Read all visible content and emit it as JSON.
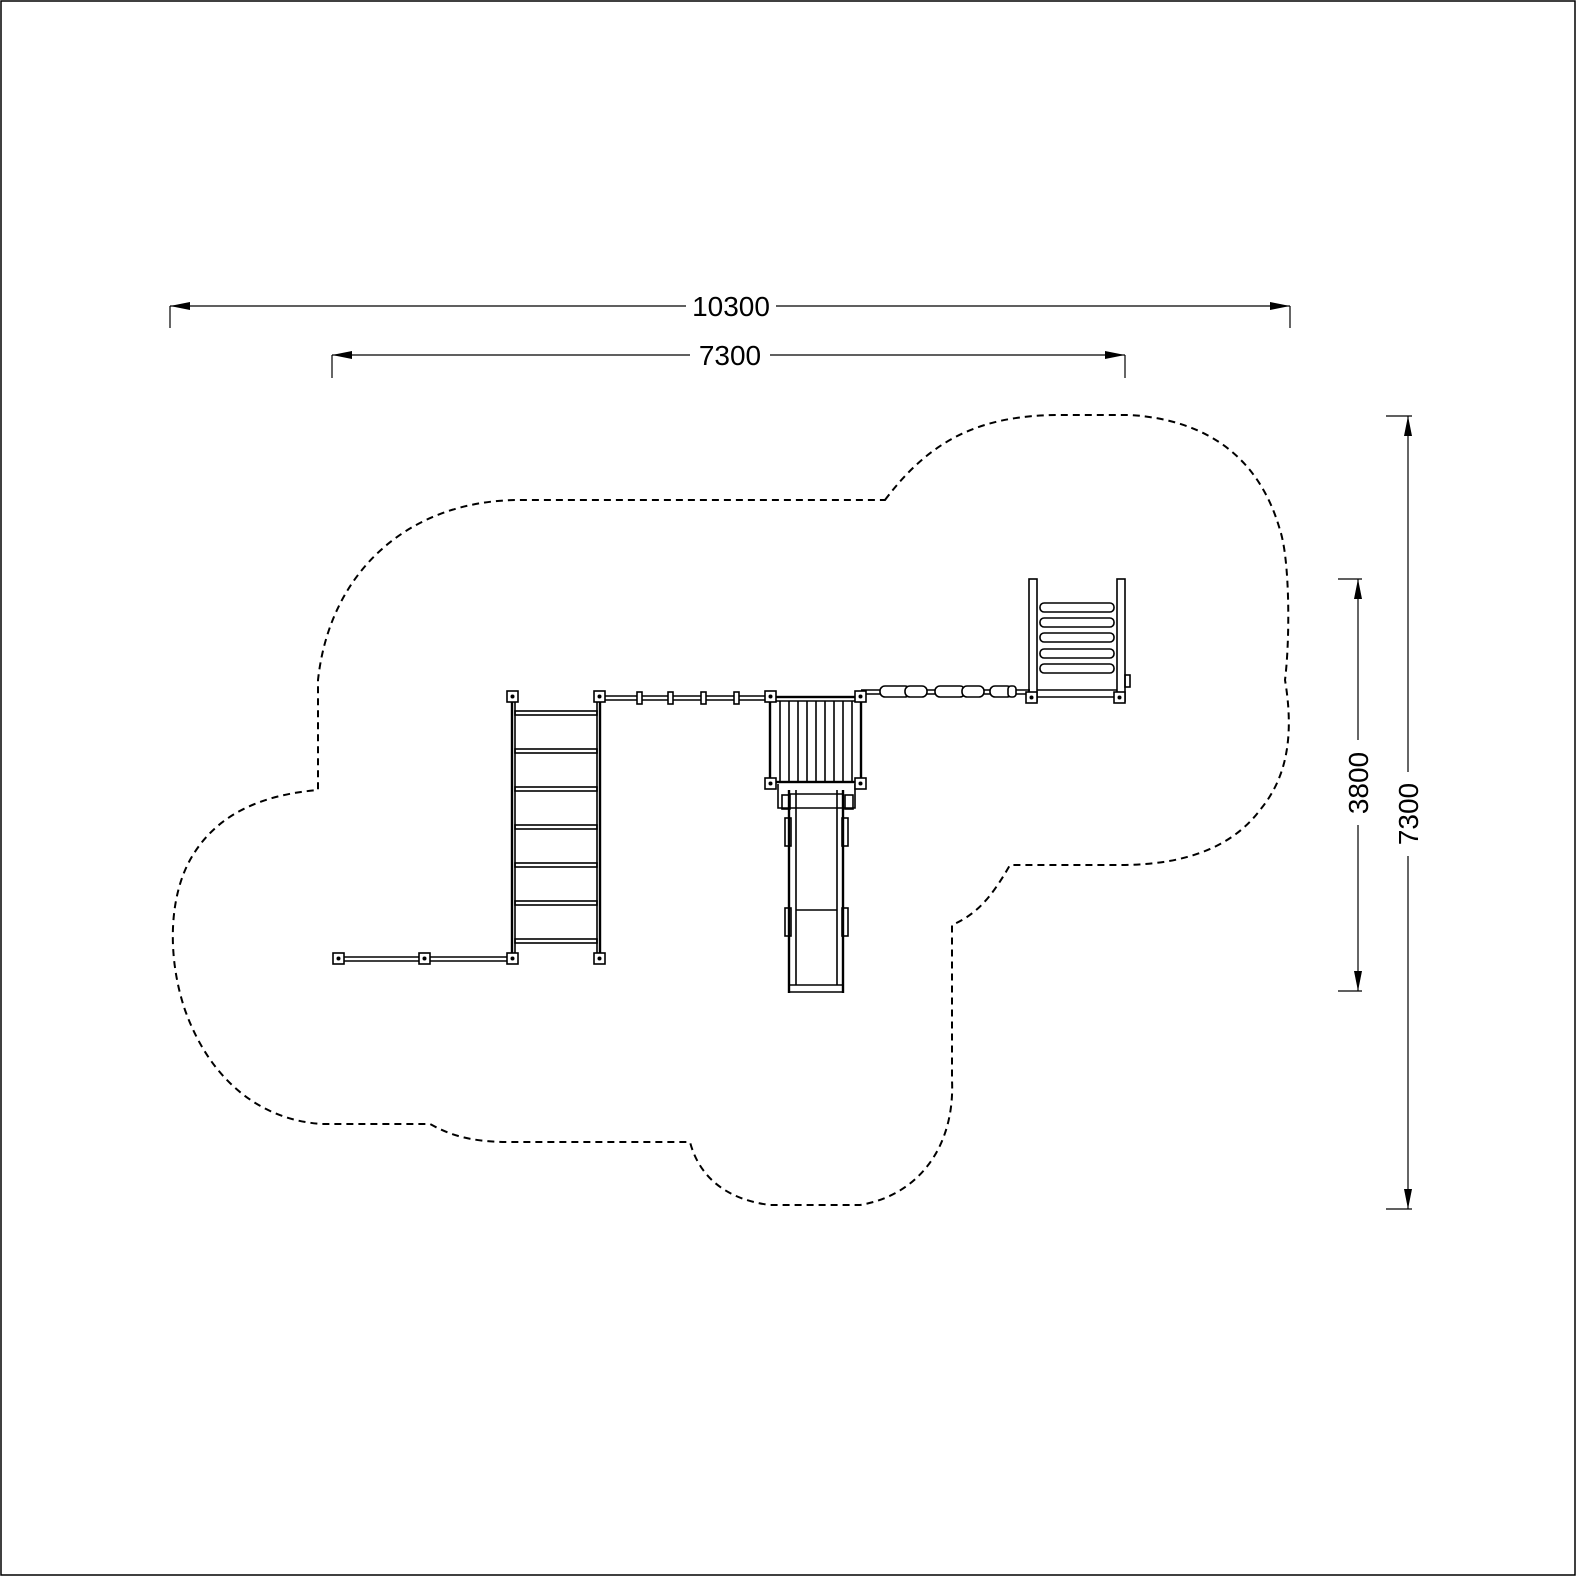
{
  "dimensions": {
    "overall_width": "10300",
    "equipment_width": "7300",
    "equipment_depth": "3800",
    "overall_depth": "7300"
  }
}
